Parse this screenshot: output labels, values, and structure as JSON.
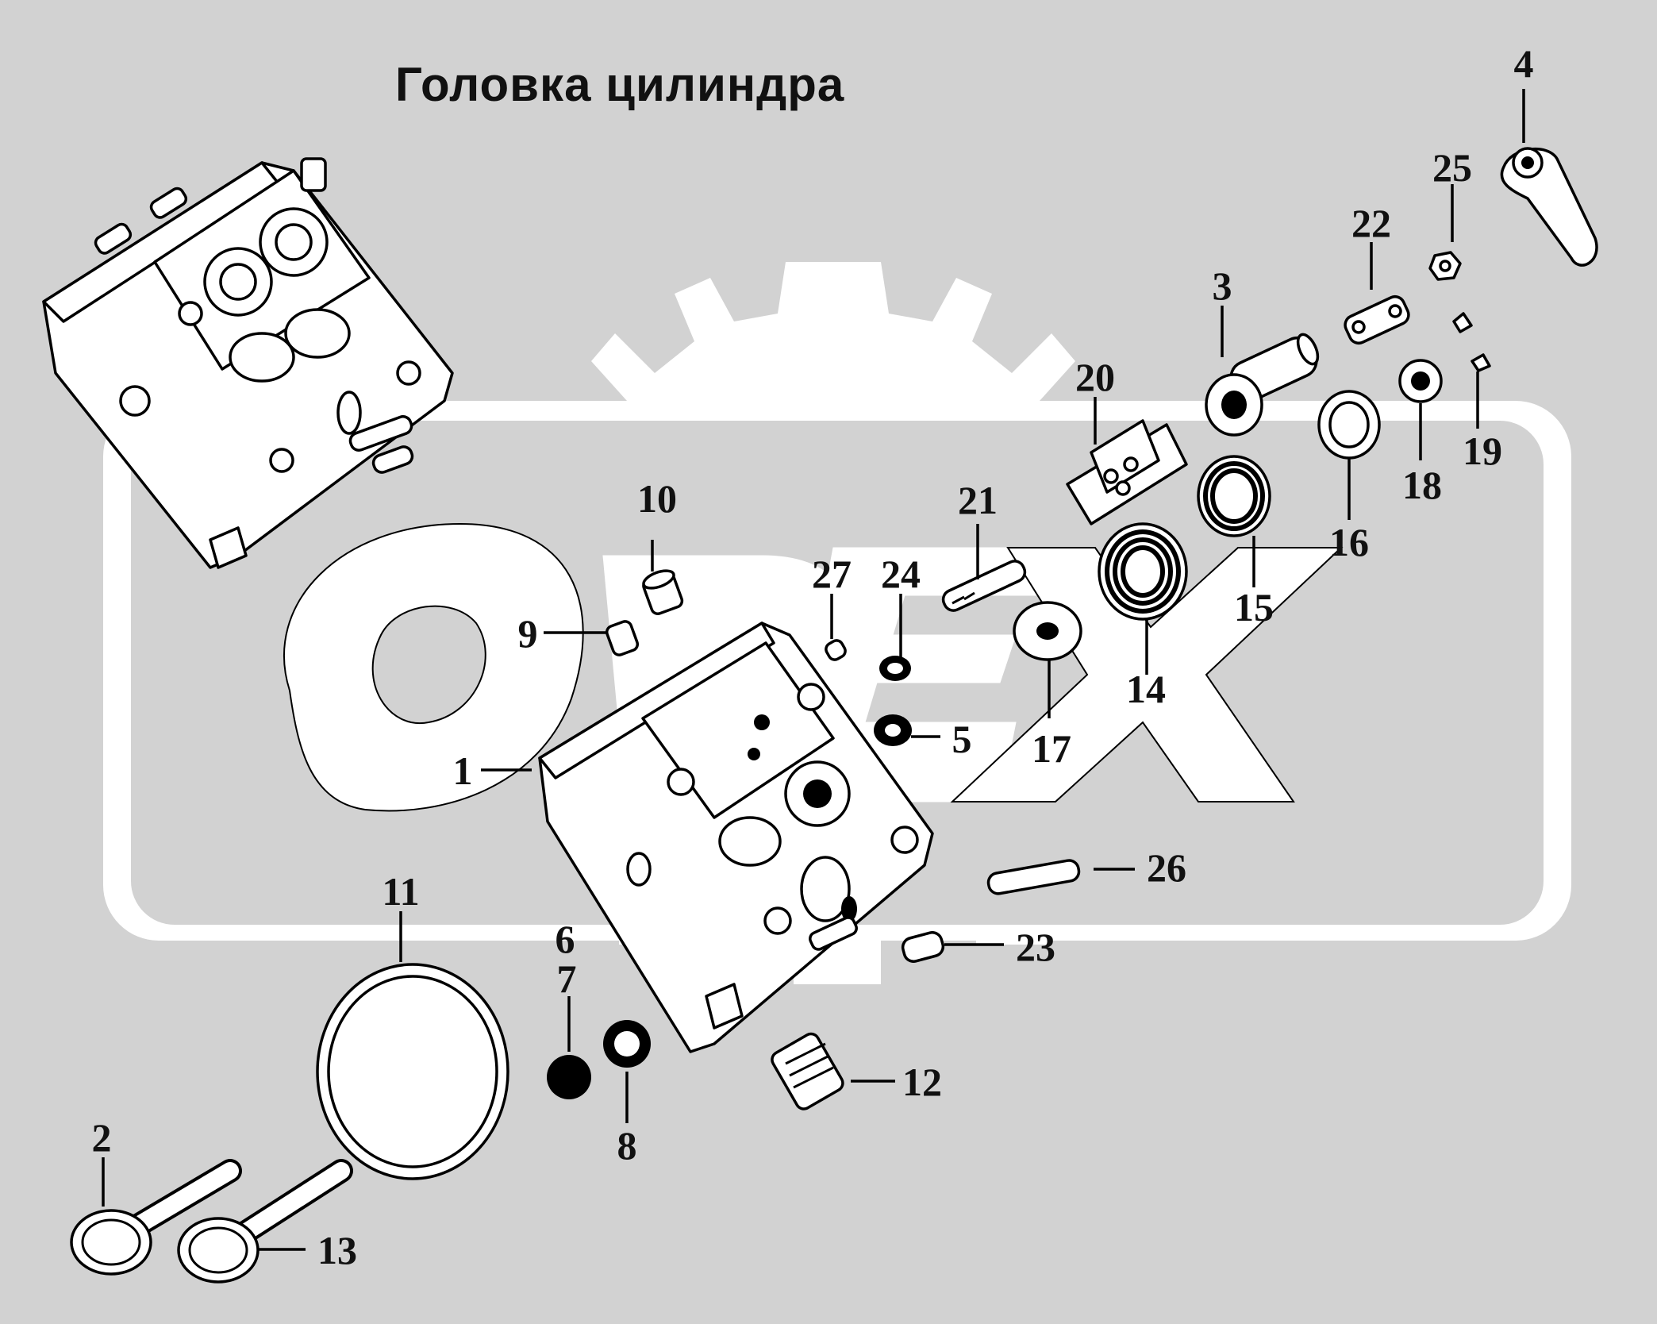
{
  "title": "Головка цилиндра",
  "callouts": {
    "c1": "1",
    "c2": "2",
    "c3": "3",
    "c4": "4",
    "c5": "5",
    "c6": "6",
    "c7": "7",
    "c8": "8",
    "c9": "9",
    "c10": "10",
    "c11": "11",
    "c12": "12",
    "c13": "13",
    "c14": "14",
    "c15": "15",
    "c16": "16",
    "c17": "17",
    "c18": "18",
    "c19": "19",
    "c20": "20",
    "c21": "21",
    "c22": "22",
    "c23": "23",
    "c24": "24",
    "c25": "25",
    "c26": "26",
    "c27": "27"
  },
  "colors": {
    "background": "#d2d2d2",
    "watermark": "#ffffff",
    "ink": "#000000"
  }
}
